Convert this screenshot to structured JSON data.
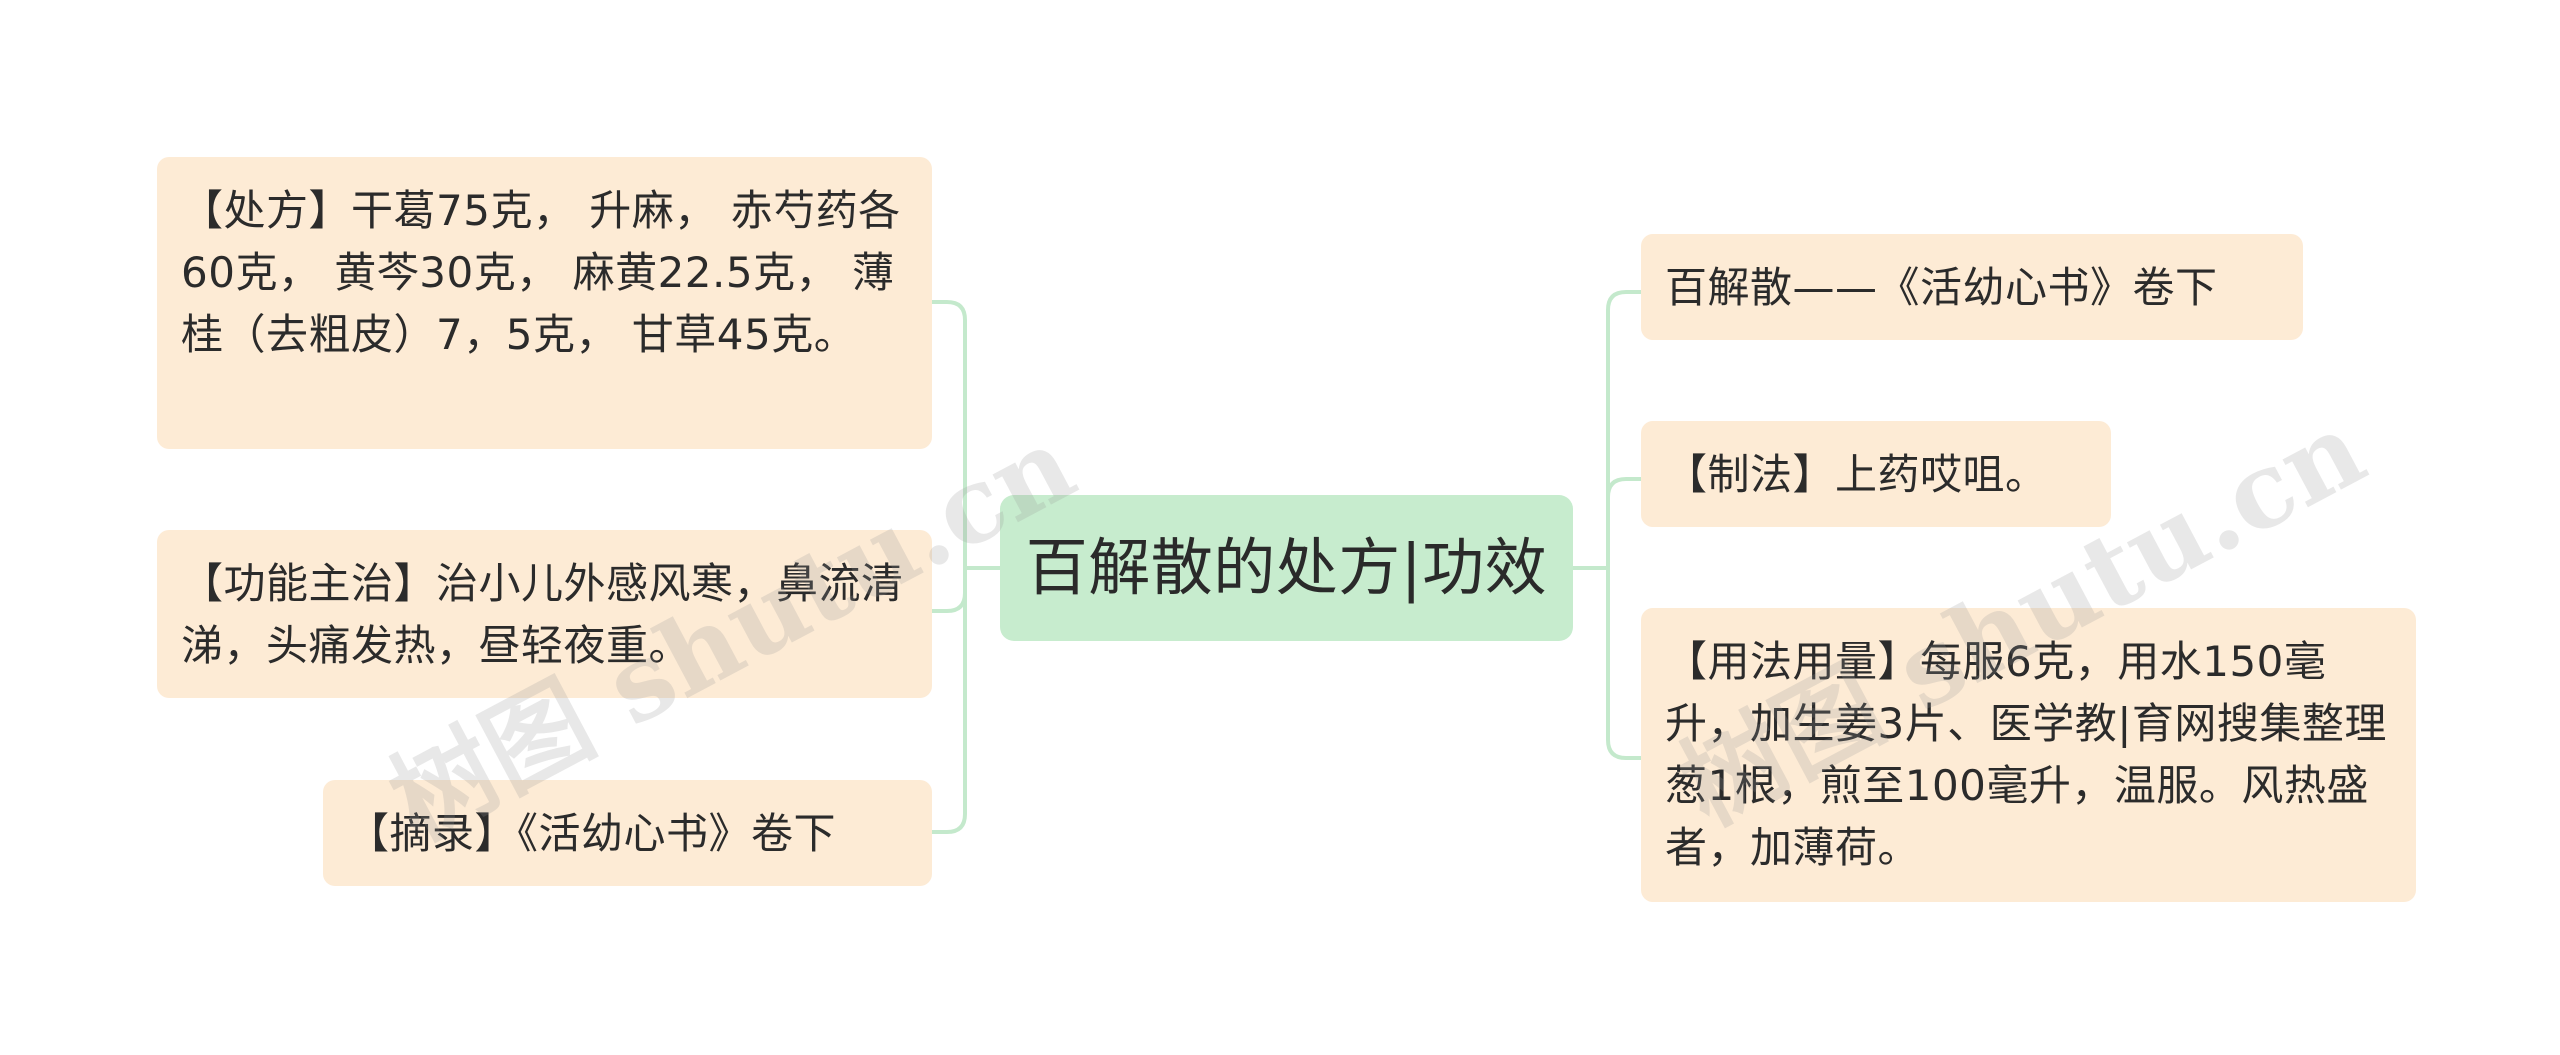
{
  "root": {
    "label": "百解散的处方|功效"
  },
  "left": [
    {
      "text": "【处方】干葛75克， 升麻， 赤芍药各60克， 黄芩30克， 麻黄22.5克， 薄桂（去粗皮）7，5克， 甘草45克。"
    },
    {
      "text": "【功能主治】治小儿外感风寒，鼻流清涕，头痛发热，昼轻夜重。"
    },
    {
      "text": "【摘录】《活幼心书》卷下"
    }
  ],
  "right": [
    {
      "text": "百解散——《活幼心书》卷下"
    },
    {
      "text": "【制法】上药哎咀。"
    },
    {
      "text": "【用法用量】每服6克，用水150毫升，加生姜3片、医学教|育网搜集整理葱1根，煎至100毫升，温服。风热盛者，加薄荷。"
    }
  ],
  "watermark": "树图 shutu.cn",
  "colors": {
    "leaf": "#fdebd5",
    "root": "#c7ecce",
    "connector": "#c4e9cc"
  }
}
